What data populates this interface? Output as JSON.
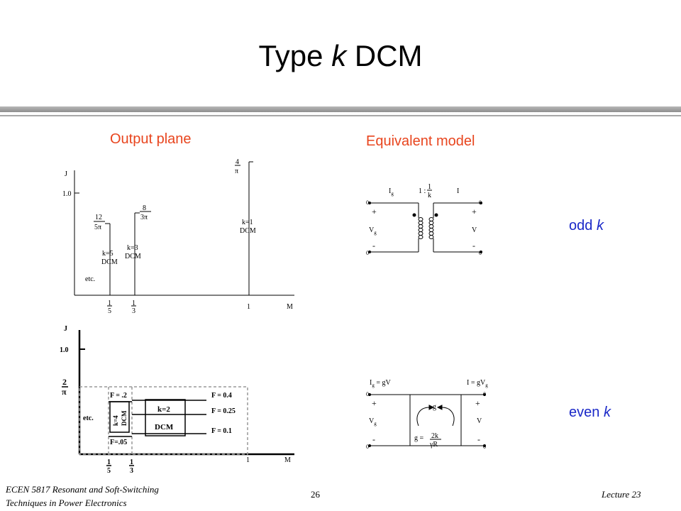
{
  "title": {
    "main": "Type",
    "k": "k",
    "rest": "DCM"
  },
  "headings": {
    "output_plane": "Output plane",
    "equivalent_model": "Equivalent model"
  },
  "side_labels": {
    "odd": "odd",
    "even": "even",
    "k": "k"
  },
  "plot_top": {
    "y_axis": "J",
    "x_axis": "M",
    "y_tick": "1.0",
    "x_tick": "1",
    "k1_num": "4",
    "k1_den": "π",
    "k1_label": "k=1",
    "dcm": "DCM",
    "k3_num": "8",
    "k3_den": "3π",
    "k3_label": "k=3",
    "k5_num": "12",
    "k5_den": "5π",
    "k5_label": "k=5",
    "etc": "etc.",
    "x5_num": "1",
    "x5_den": "5",
    "x3_num": "1",
    "x3_den": "3"
  },
  "plot_bottom": {
    "y_axis": "J",
    "x_axis": "M",
    "y_tick": "1.0",
    "x_tick": "1",
    "two": "2",
    "pi": "π",
    "f_02": "F = .2",
    "f_04": "F = 0.4",
    "f_025": "F = 0.25",
    "f_01": "F = 0.1",
    "f_005": "F=.05",
    "k4": "k=4",
    "dcm": "DCM",
    "k2": "k=2",
    "etc": "etc.",
    "x5_num": "1",
    "x5_den": "5",
    "x3_num": "1",
    "x3_den": "3"
  },
  "circuit_top": {
    "ig": "I",
    "ig_sub": "g",
    "i": "I",
    "ratio": "1 :",
    "ratio_num": "1",
    "ratio_den": "k",
    "plus": "+",
    "minus": "-",
    "vg": "V",
    "vg_sub": "g",
    "v": "V",
    "zero": "0"
  },
  "circuit_bottom": {
    "ig_eq": "I",
    "ig_eq_sub": "g",
    "ig_eq_rest": " = gV",
    "i_eq": "I = gV",
    "i_eq_sub": "g",
    "g": "g",
    "g_eq": "g =",
    "g_num": "2k",
    "g_den": "γR",
    "plus": "+",
    "minus": "-",
    "vg": "V",
    "vg_sub": "g",
    "v": "V",
    "zero": "0"
  },
  "footer": {
    "left_line1": "ECEN 5817  Resonant and Soft-Switching",
    "left_line2": "Techniques in Power Electronics",
    "page": "26",
    "right": "Lecture 23"
  },
  "colors": {
    "heading": "#e8451e",
    "side_label": "#1a28c8"
  }
}
